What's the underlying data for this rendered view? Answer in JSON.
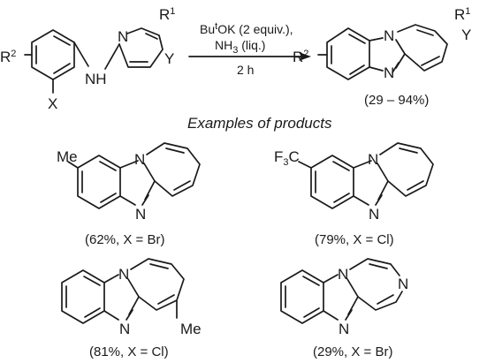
{
  "reaction": {
    "reactant": {
      "r2": "R",
      "r2_sup": "2",
      "x": "X",
      "nh": "NH",
      "n": "N",
      "y": "Y",
      "r1": "R",
      "r1_sup": "1"
    },
    "conditions": {
      "line1_a": "Bu",
      "line1_sup": "t",
      "line1_b": "OK (2 equiv.),",
      "line2_a": "NH",
      "line2_sub": "3",
      "line2_b": " (liq.)",
      "line3": "2 h"
    },
    "product": {
      "r2": "R",
      "r2_sup": "2",
      "n_top": "N",
      "n_bottom": "N",
      "r1": "R",
      "r1_sup": "1",
      "y": "Y",
      "yield_range": "(29 – 94%)"
    }
  },
  "examples_heading": "Examples of products",
  "examples": [
    {
      "substituent": "Me",
      "n_top": "N",
      "n_bottom": "N",
      "yield": "(62%, X = Br)"
    },
    {
      "substituent_a": "F",
      "substituent_sub": "3",
      "substituent_b": "C",
      "n_top": "N",
      "n_bottom": "N",
      "yield": "(79%, X = Cl)"
    },
    {
      "n_top": "N",
      "n_bottom": "N",
      "substituent": "Me",
      "yield": "(81%, X = Cl)"
    },
    {
      "n_top": "N",
      "n_bottom": "N",
      "n_ring": "N",
      "yield": "(29%, X = Br)"
    }
  ]
}
